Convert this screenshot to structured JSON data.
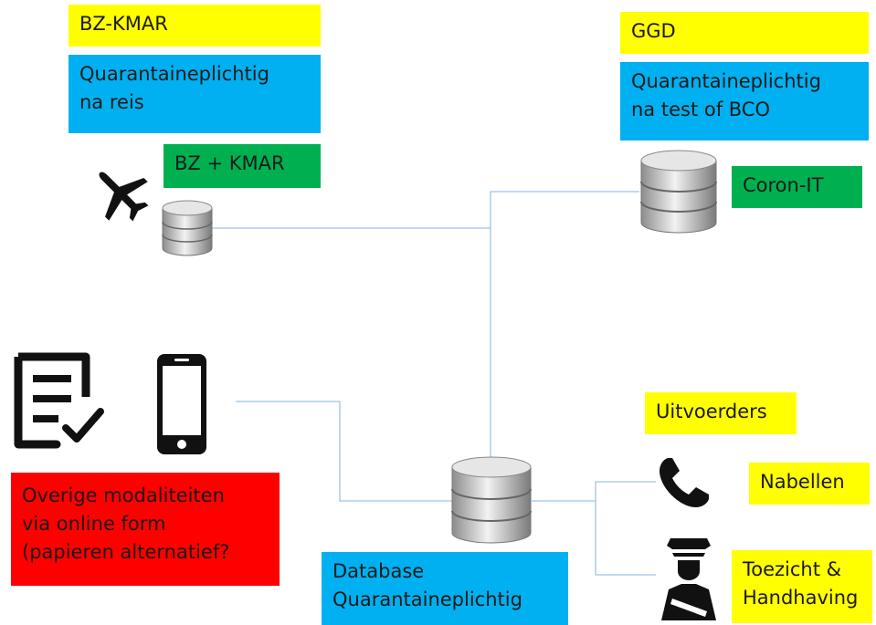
{
  "top_left": {
    "org": "BZ-KMAR",
    "title_line1": "Quarantaineplichtig",
    "title_line2": "na reis",
    "source": "BZ + KMAR"
  },
  "top_right": {
    "org": "GGD",
    "title_line1": "Quarantaineplichtig",
    "title_line2": "na test of BCO",
    "source": "Coron-IT"
  },
  "bottom_left": {
    "line1": "Overige modaliteiten",
    "line2": "via online form",
    "line3": "(papieren alternatief?"
  },
  "center": {
    "line1": "Database",
    "line2": "Quarantaineplichtig"
  },
  "right": {
    "header": "Uitvoerders",
    "call": "Nabellen",
    "enforce_line1": "Toezicht &",
    "enforce_line2": "Handhaving"
  },
  "colors": {
    "yellow": "#ffff00",
    "blue": "#00b0f0",
    "green": "#00b050",
    "red": "#ff0000",
    "connector": "#9dc3e6"
  },
  "icons": [
    "airplane-icon",
    "database-icon",
    "form-checklist-icon",
    "smartphone-icon",
    "phone-icon",
    "police-officer-icon"
  ]
}
